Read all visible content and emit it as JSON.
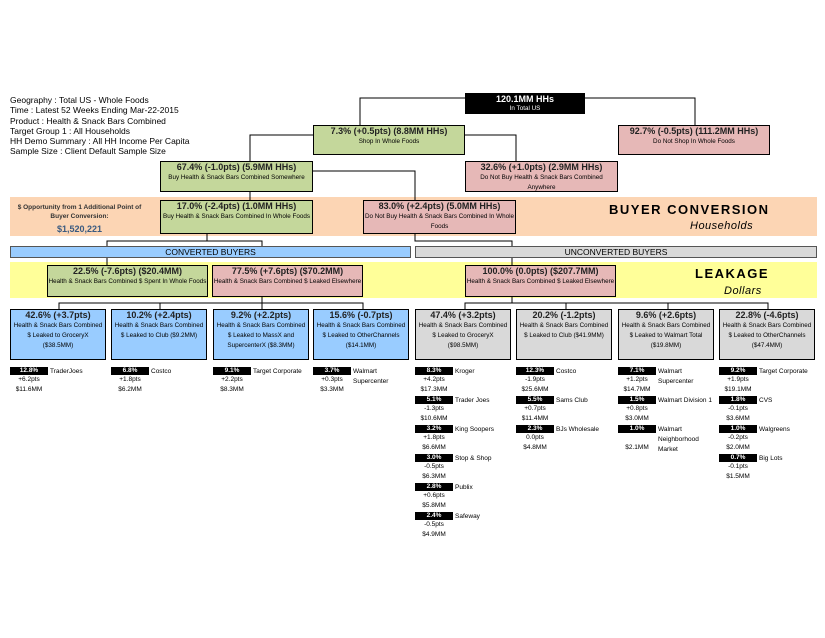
{
  "info": [
    "Geography : Total US - Whole Foods",
    "Time : Latest 52 Weeks Ending Mar-22-2015",
    "Product : Health & Snack Bars Combined",
    "Target Group 1 : All Households",
    "HH Demo Summary : All HH Income Per Capita",
    "Sample Size : Client Default Sample Size"
  ],
  "tree": {
    "total": {
      "h": "120.1MM HHs",
      "t": "In Total US"
    },
    "shop": {
      "h": "7.3% (+0.5pts) (8.8MM HHs)",
      "t": "Shop In Whole Foods"
    },
    "noshop": {
      "h": "92.7% (-0.5pts) (111.2MM HHs)",
      "t": "Do Not Shop In Whole Foods"
    },
    "buysome": {
      "h": "67.4% (-1.0pts) (5.9MM HHs)",
      "t": "Buy Health & Snack Bars Combined Somewhere"
    },
    "nobuyany": {
      "h": "32.6% (+1.0pts) (2.9MM HHs)",
      "t": "Do Not Buy Health & Snack Bars Combined Anywhere"
    },
    "buywf": {
      "h": "17.0% (-2.4pts) (1.0MM HHs)",
      "t": "Buy Health & Snack Bars Combined In Whole Foods"
    },
    "nobuywf": {
      "h": "83.0% (+2.4pts) (5.0MM HHs)",
      "t": "Do Not Buy Health & Snack Bars Combined In Whole Foods"
    }
  },
  "opportunity": {
    "label": "$ Opportunity from 1 Additional Point of Buyer Conversion:",
    "value": "$1,520,221"
  },
  "buyer_conversion": {
    "title": "BUYER CONVERSION",
    "sub": "Households"
  },
  "leakage": {
    "title": "LEAKAGE",
    "sub": "Dollars"
  },
  "converted_label": "CONVERTED BUYERS",
  "unconverted_label": "UNCONVERTED BUYERS",
  "conv": {
    "spent": {
      "h": "22.5% (-7.6pts) ($20.4MM)",
      "t": "Health & Snack Bars Combined $ Spent In Whole Foods"
    },
    "leaked": {
      "h": "77.5% (+7.6pts) ($70.2MM)",
      "t": "Health & Snack Bars Combined $ Leaked Elsewhere"
    }
  },
  "unconv": {
    "leaked": {
      "h": "100.0% (0.0pts) ($207.7MM)",
      "t": "Health & Snack Bars Combined $ Leaked Elsewhere"
    }
  },
  "channels": [
    {
      "h": "42.6% (+3.7pts)",
      "t": "Health & Snack Bars Combined $ Leaked to GroceryX ($38.5MM)",
      "items": [
        {
          "pct": "12.8%",
          "name": "TraderJoes",
          "pts": "+6.2pts",
          "usd": "$11.6MM"
        }
      ]
    },
    {
      "h": "10.2% (+2.4pts)",
      "t": "Health & Snack Bars Combined $ Leaked to Club ($9.2MM)",
      "items": [
        {
          "pct": "6.8%",
          "name": "Costco",
          "pts": "+1.8pts",
          "usd": "$6.2MM"
        }
      ]
    },
    {
      "h": "9.2% (+2.2pts)",
      "t": "Health & Snack Bars Combined $ Leaked to MassX and SupercenterX ($8.3MM)",
      "items": [
        {
          "pct": "9.1%",
          "name": "Target Corporate",
          "pts": "+2.2pts",
          "usd": "$8.3MM"
        }
      ]
    },
    {
      "h": "15.6% (-0.7pts)",
      "t": "Health & Snack Bars Combined $ Leaked to OtherChannels ($14.1MM)",
      "items": [
        {
          "pct": "3.7%",
          "name": "Walmart Supercenter",
          "pts": "+0.3pts",
          "usd": "$3.3MM"
        }
      ]
    },
    {
      "h": "47.4% (+3.2pts)",
      "t": "Health & Snack Bars Combined $ Leaked to GroceryX ($98.5MM)",
      "items": [
        {
          "pct": "8.3%",
          "name": "Kroger",
          "pts": "+4.2pts",
          "usd": "$17.3MM"
        },
        {
          "pct": "5.1%",
          "name": "Trader Joes",
          "pts": "-1.3pts",
          "usd": "$10.6MM"
        },
        {
          "pct": "3.2%",
          "name": "King Soopers",
          "pts": "+1.8pts",
          "usd": "$6.6MM"
        },
        {
          "pct": "3.0%",
          "name": "Stop & Shop",
          "pts": "-0.5pts",
          "usd": "$6.3MM"
        },
        {
          "pct": "2.8%",
          "name": "Publix",
          "pts": "+0.6pts",
          "usd": "$5.8MM"
        },
        {
          "pct": "2.4%",
          "name": "Safeway",
          "pts": "-0.5pts",
          "usd": "$4.9MM"
        }
      ]
    },
    {
      "h": "20.2% (-1.2pts)",
      "t": "Health & Snack Bars Combined $ Leaked to Club ($41.9MM)",
      "items": [
        {
          "pct": "12.3%",
          "name": "Costco",
          "pts": "-1.9pts",
          "usd": "$25.6MM"
        },
        {
          "pct": "5.5%",
          "name": "Sams Club",
          "pts": "+0.7pts",
          "usd": "$11.4MM"
        },
        {
          "pct": "2.3%",
          "name": "BJs Wholesale",
          "pts": "0.0pts",
          "usd": "$4.8MM"
        }
      ]
    },
    {
      "h": "9.6% (+2.6pts)",
      "t": "Health & Snack Bars Combined $ Leaked to Walmart Total ($19.8MM)",
      "items": [
        {
          "pct": "7.1%",
          "name": "Walmart Supercenter",
          "pts": "+1.2pts",
          "usd": "$14.7MM"
        },
        {
          "pct": "1.5%",
          "name": "Walmart Division 1",
          "pts": "+0.8pts",
          "usd": "$3.0MM"
        },
        {
          "pct": "1.0%",
          "name": "Walmart Neighborhood Market",
          "pts": "",
          "usd": "$2.1MM"
        }
      ]
    },
    {
      "h": "22.8% (-4.6pts)",
      "t": "Health & Snack Bars Combined $ Leaked to OtherChannels ($47.4MM)",
      "items": [
        {
          "pct": "9.2%",
          "name": "Target Corporate",
          "pts": "+1.9pts",
          "usd": "$19.1MM"
        },
        {
          "pct": "1.8%",
          "name": "CVS",
          "pts": "-0.1pts",
          "usd": "$3.6MM"
        },
        {
          "pct": "1.0%",
          "name": "Walgreens",
          "pts": "-0.2pts",
          "usd": "$2.0MM"
        },
        {
          "pct": "0.7%",
          "name": "Big Lots",
          "pts": "-0.1pts",
          "usd": "$1.5MM"
        }
      ]
    }
  ]
}
